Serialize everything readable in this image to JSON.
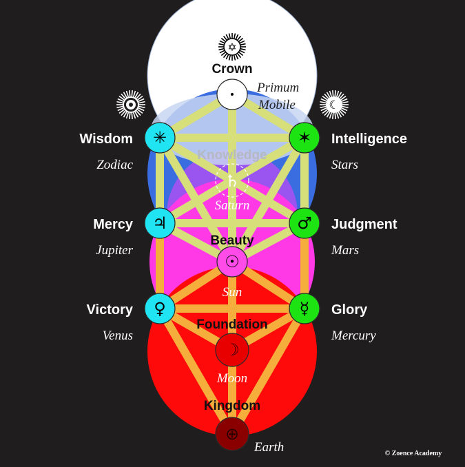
{
  "sephiroth": [
    {
      "id": "crown",
      "title": "Crown",
      "subtitle_line1": "Primum",
      "subtitle_line2": "Mobile",
      "symbol": "•",
      "icon": "dot-icon",
      "color": "#ffffff"
    },
    {
      "id": "wisdom",
      "title": "Wisdom",
      "subtitle": "Zodiac",
      "symbol": "✳",
      "icon": "asterisk-icon",
      "color": "#21e4f2"
    },
    {
      "id": "intelligence",
      "title": "Intelligence",
      "subtitle": "Stars",
      "symbol": "✶",
      "icon": "stars-icon",
      "color": "#1de313"
    },
    {
      "id": "knowledge",
      "title": "Knowledge",
      "subtitle": "Saturn",
      "symbol": "♄",
      "icon": "saturn-icon",
      "color": "#bfc4cc"
    },
    {
      "id": "mercy",
      "title": "Mercy",
      "subtitle": "Jupiter",
      "symbol": "♃",
      "icon": "jupiter-icon",
      "color": "#21e4f2"
    },
    {
      "id": "judgment",
      "title": "Judgment",
      "subtitle": "Mars",
      "symbol": "♂",
      "icon": "mars-icon",
      "color": "#1de313"
    },
    {
      "id": "beauty",
      "title": "Beauty",
      "subtitle": "Sun",
      "symbol": "☉",
      "icon": "sun-icon",
      "color": "#ff4be8"
    },
    {
      "id": "victory",
      "title": "Victory",
      "subtitle": "Venus",
      "symbol": "♀",
      "icon": "venus-icon",
      "color": "#21e4f2"
    },
    {
      "id": "glory",
      "title": "Glory",
      "subtitle": "Mercury",
      "symbol": "☿",
      "icon": "mercury-icon",
      "color": "#1de313"
    },
    {
      "id": "foundation",
      "title": "Foundation",
      "subtitle": "Moon",
      "symbol": "☽",
      "icon": "moon-icon",
      "color": "#e80000"
    },
    {
      "id": "kingdom",
      "title": "Kingdom",
      "subtitle": "Earth",
      "symbol": "⊕",
      "icon": "earth-icon",
      "color": "#8a0000"
    }
  ],
  "decorations": [
    {
      "id": "star-burst",
      "icon": "starburst-icon"
    },
    {
      "id": "sun-burst",
      "icon": "sunburst-icon"
    },
    {
      "id": "moon-burst",
      "icon": "moon-sunburst-icon"
    }
  ],
  "zones": [
    {
      "id": "white-zone",
      "color": "#ffffff"
    },
    {
      "id": "blue-zone",
      "color": "#3a6de0"
    },
    {
      "id": "violet-zone",
      "color": "#9a55f0"
    },
    {
      "id": "magenta-zone",
      "color": "#ff39e6"
    },
    {
      "id": "red-zone",
      "color": "#ff0a0a"
    }
  ],
  "path_color": "#d9e37a",
  "copyright": "© Zoence Academy"
}
